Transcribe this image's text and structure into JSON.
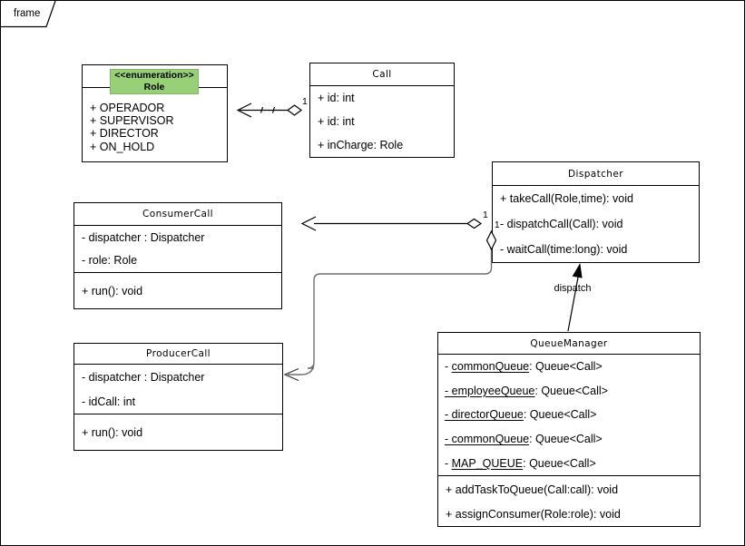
{
  "frame_label": "frame",
  "colors": {
    "enum_fill": "#97d077",
    "enum_border": "#82b366",
    "box_fill": "#ffffff",
    "box_border": "#000000",
    "edge_black": "#000000",
    "edge_gray": "#6e6e6e"
  },
  "classes": {
    "role": {
      "stereotype": "<<enumeration>>",
      "name": "Role",
      "literals": [
        "+ OPERADOR",
        "+ SUPERVISOR",
        "+ DIRECTOR",
        "+ ON_HOLD"
      ]
    },
    "call": {
      "name": "Call",
      "attributes": [
        "+ id: int",
        "+ id: int",
        "+ inCharge: Role"
      ]
    },
    "dispatcher": {
      "name": "Dispatcher",
      "methods": [
        "+ takeCall(Role,time): void",
        "- dispatchCall(Call): void",
        "- waitCall(time:long): void"
      ]
    },
    "consumer": {
      "name": "ConsumerCall",
      "attributes": [
        "- dispatcher : Dispatcher",
        "- role: Role"
      ],
      "methods": [
        "+ run(): void"
      ]
    },
    "producer": {
      "name": "ProducerCall",
      "attributes": [
        "- dispatcher : Dispatcher",
        "- idCall: int"
      ],
      "methods": [
        "+ run(): void"
      ]
    },
    "queue": {
      "name": "QueueManager",
      "attributes": [
        {
          "pre": "- ",
          "u": "commonQueue",
          "post": ": Queue<Call>"
        },
        {
          "pre": "",
          "u": "- employeeQueue",
          "post": ": Queue<Call>"
        },
        {
          "pre": "",
          "u": "- directorQueue",
          "post": ": Queue<Call>"
        },
        {
          "pre": "",
          "u": "- commonQueue",
          "post": ": Queue<Call>"
        },
        {
          "pre": "- ",
          "u": "MAP_QUEUE",
          "post": ": Queue<Call>"
        }
      ],
      "methods": [
        "+ addTaskToQueue(Call:call): void",
        "+ assignConsumer(Role:role): void"
      ]
    }
  },
  "edges": {
    "call_to_role": {
      "type": "aggregation",
      "multiplicity": "1"
    },
    "dispatcher_to_consumer": {
      "type": "aggregation",
      "multiplicity": "1"
    },
    "dispatcher_to_producer": {
      "type": "aggregation",
      "multiplicity": "1"
    },
    "queue_to_dispatcher": {
      "type": "directed-association",
      "label": "dispatch"
    }
  }
}
